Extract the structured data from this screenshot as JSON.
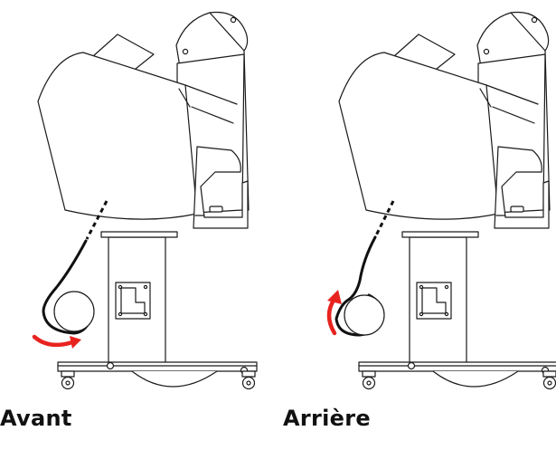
{
  "captions": {
    "left": "Avant",
    "right": "Arrière"
  },
  "colors": {
    "arrow": "#e8231f",
    "line": "#1a1a1a",
    "paper": "#111111"
  },
  "illustration": "printer-on-stand-with-auto-take-up-reel",
  "panels": [
    {
      "winding": "front",
      "arrow_icon": "curved-arrow-clockwise-icon"
    },
    {
      "winding": "back",
      "arrow_icon": "curved-arrow-counterclockwise-icon"
    }
  ]
}
